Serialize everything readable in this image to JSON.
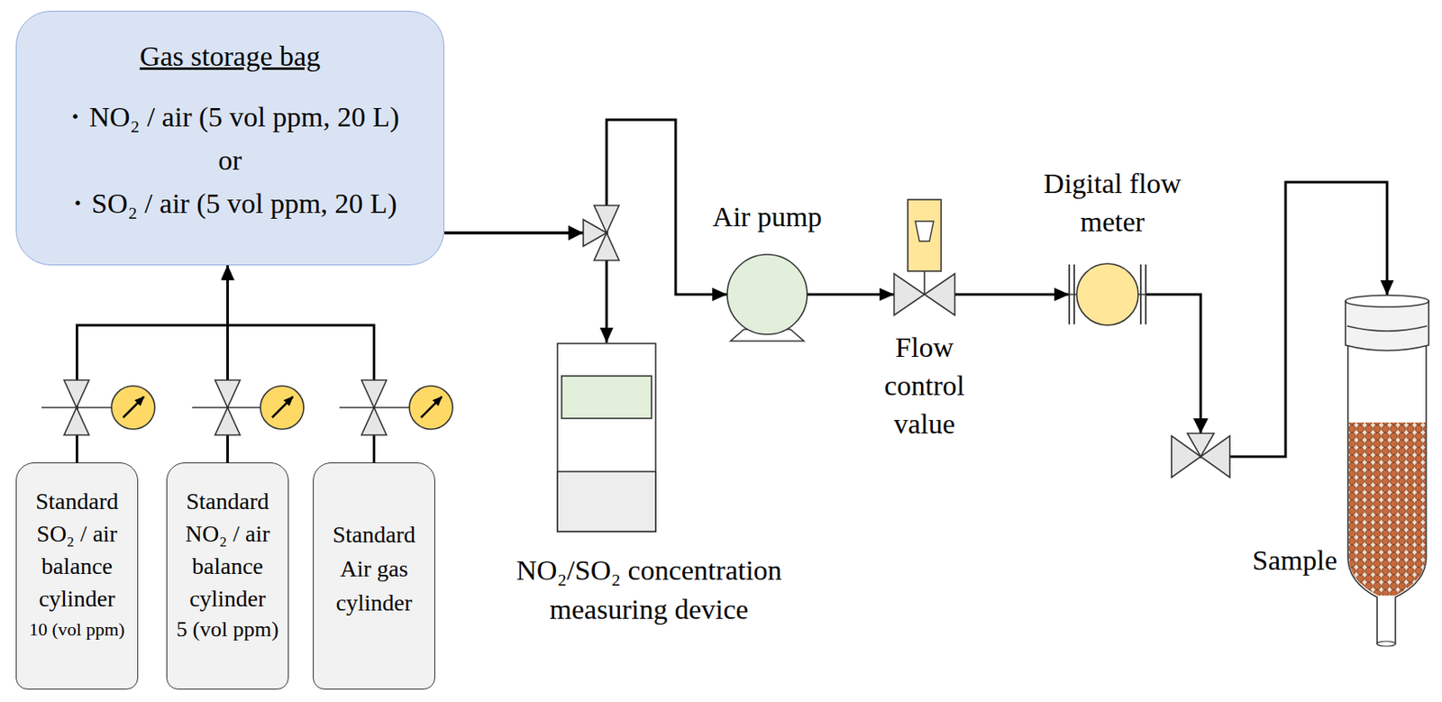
{
  "diagram": {
    "nodes": [
      {
        "text": [
          "Gas storage bag",
          "・NO₂ / air (5 vol ppm, 20 L)",
          "or",
          "・SO₂ / air (5 vol ppm, 20 L)"
        ]
      },
      {
        "text": [
          "Standard SO₂ / air balance cylinder",
          "10 (vol ppm)"
        ]
      },
      {
        "text": [
          "Standard NO₂ / air balance cylinder",
          "5 (vol ppm)"
        ]
      },
      {
        "text": [
          "Standard Air gas cylinder"
        ]
      },
      {
        "text": [
          "NO₂/SO₂ concentration measuring device"
        ]
      },
      {
        "text": [
          "Air pump"
        ]
      },
      {
        "text": [
          "Flow control value"
        ]
      },
      {
        "text": [
          "Digital flow meter"
        ]
      },
      {
        "text": [
          "Sample"
        ]
      }
    ],
    "edges": [
      {
        "from": 1,
        "to": 0,
        "arrow": "to"
      },
      {
        "from": 2,
        "to": 0,
        "arrow": "to"
      },
      {
        "from": 3,
        "to": 0,
        "arrow": "to"
      },
      {
        "from": 0,
        "to": 4,
        "arrow": "to"
      },
      {
        "from": 0,
        "to": 5,
        "arrow": "to"
      },
      {
        "from": 5,
        "to": 6,
        "arrow": "to"
      },
      {
        "from": 6,
        "to": 7,
        "arrow": "to"
      },
      {
        "from": 7,
        "to": 8,
        "arrow": "to"
      }
    ]
  }
}
